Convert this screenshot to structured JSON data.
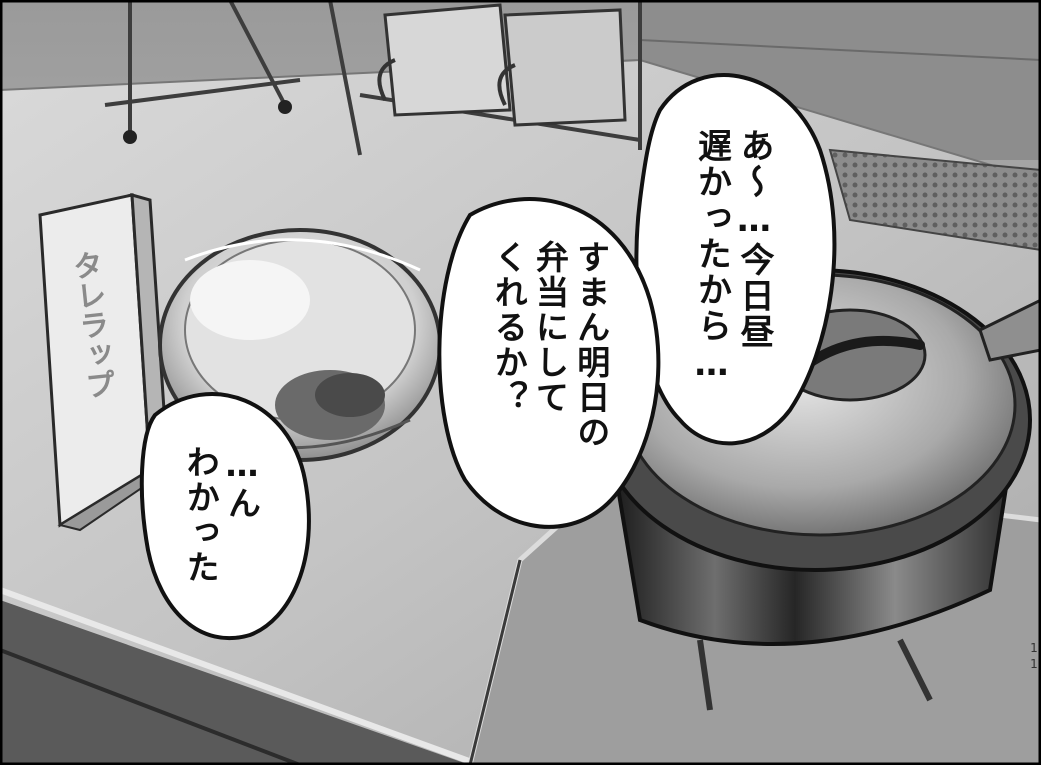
{
  "panel": {
    "product_label": "タレラップ"
  },
  "bubbles": [
    {
      "lines": [
        "あ〜…今日昼",
        "遅かったから…"
      ]
    },
    {
      "lines": [
        "すまん明日の",
        "弁当にして",
        "くれるか？"
      ]
    },
    {
      "lines": [
        "…ん",
        "わかった"
      ]
    }
  ],
  "page_number": [
    "1",
    "1"
  ]
}
